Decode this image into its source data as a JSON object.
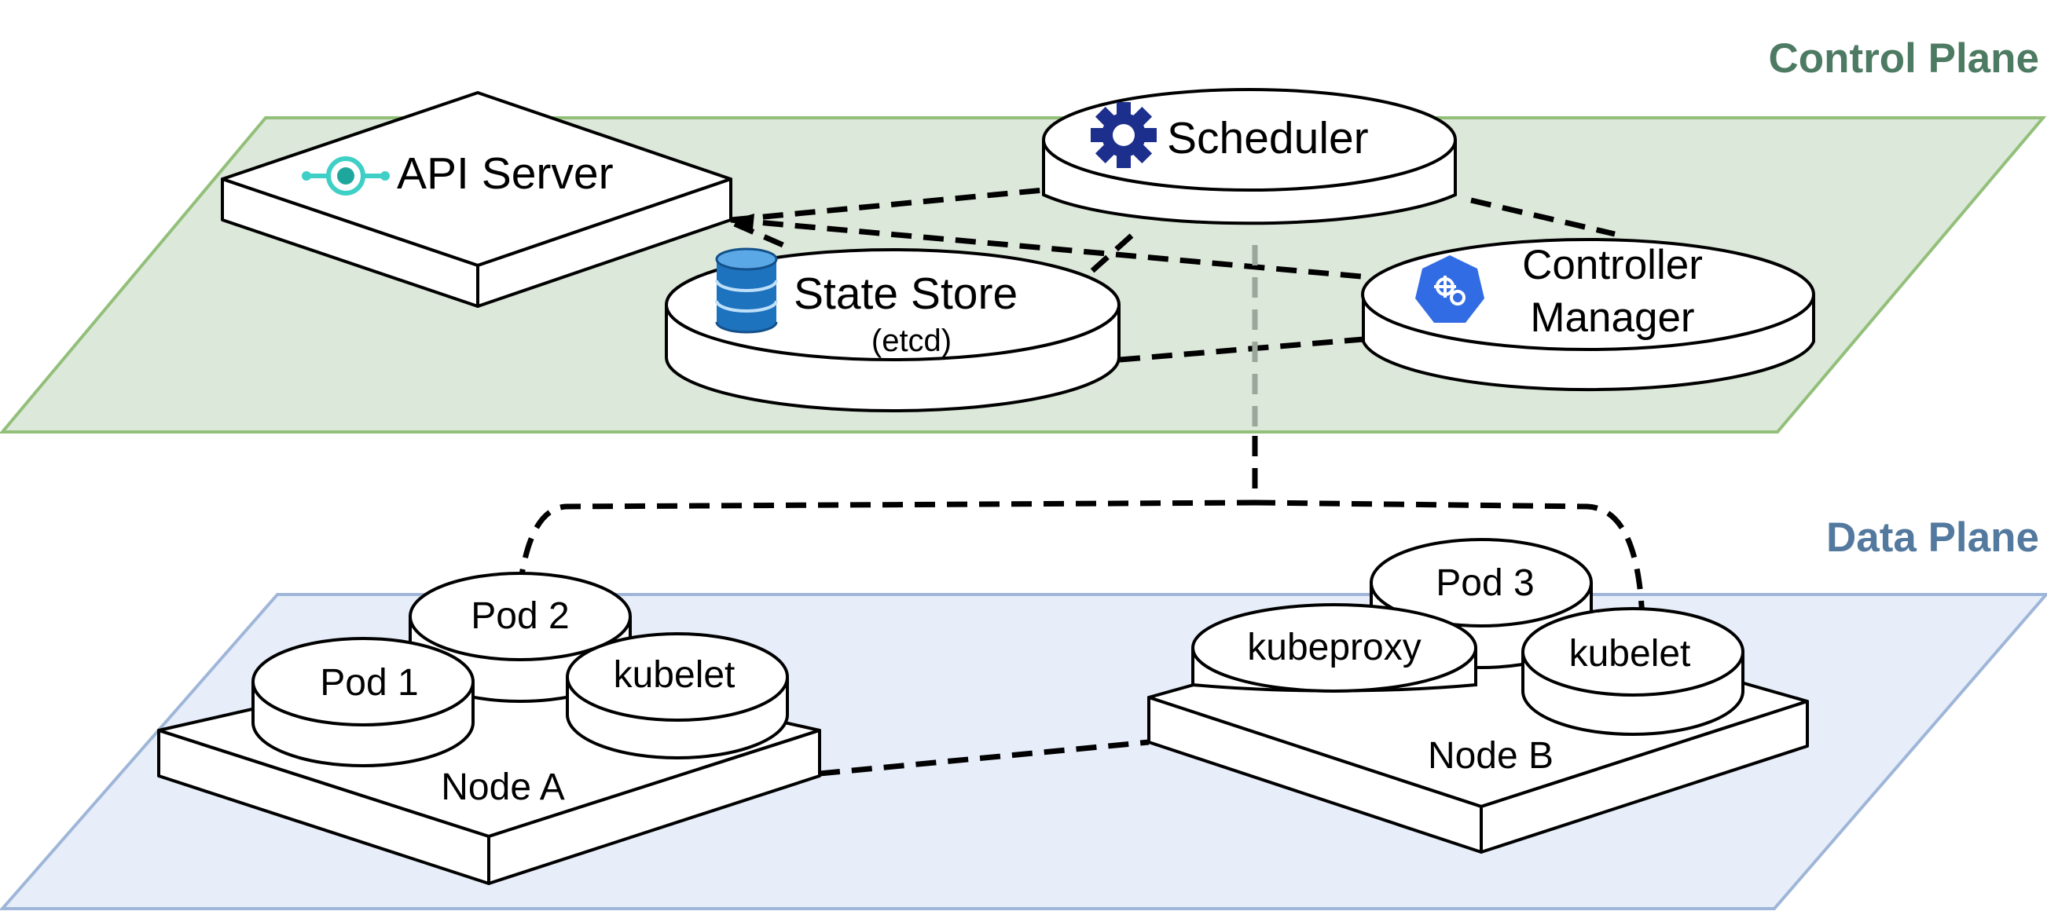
{
  "planes": {
    "control": {
      "title": "Control Plane",
      "fill": "#dce8d9",
      "stroke": "#92bf79",
      "title_color": "#4d7a62"
    },
    "data": {
      "title": "Data Plane",
      "fill": "#e7eefa",
      "stroke": "#9fb6d8",
      "title_color": "#54799f"
    }
  },
  "components": {
    "api_server": {
      "label": "API Server",
      "icon": "api-gateway-icon",
      "icon_color": "#3ed0c6"
    },
    "scheduler": {
      "label": "Scheduler",
      "icon": "gear-icon",
      "icon_color": "#1d2f8c"
    },
    "state_store": {
      "label": "State Store",
      "sublabel": "(etcd)",
      "icon": "database-icon",
      "icon_color": "#1e73be"
    },
    "controller_manager": {
      "label_line1": "Controller",
      "label_line2": "Manager",
      "icon": "kubernetes-icon",
      "icon_color": "#326ce5"
    }
  },
  "node_a": {
    "label": "Node A",
    "pods": {
      "pod1": "Pod 1",
      "pod2": "Pod 2",
      "kubelet": "kubelet"
    }
  },
  "node_b": {
    "label": "Node B",
    "pods": {
      "pod3": "Pod 3",
      "kubeproxy": "kubeproxy",
      "kubelet": "kubelet"
    }
  }
}
